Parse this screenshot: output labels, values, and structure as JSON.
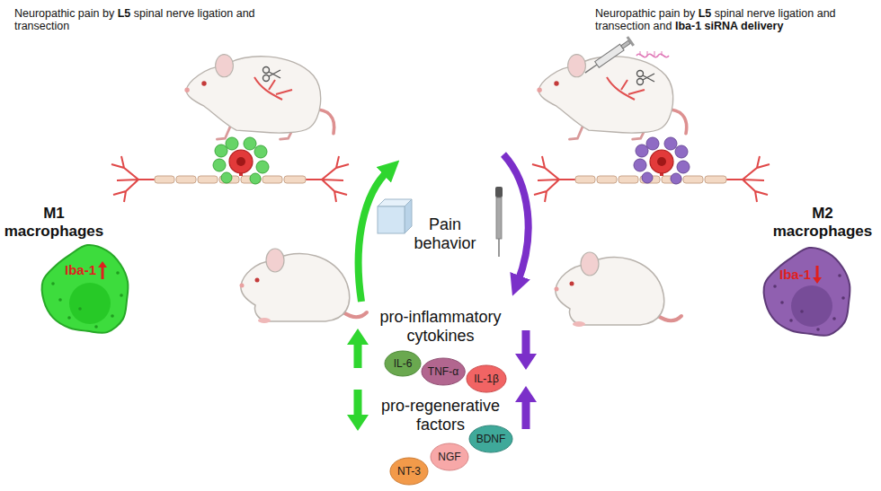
{
  "diagram": {
    "nodes": [
      {
        "text": [
          "M1 macrophages",
          "Iba-1"
        ]
      },
      {
        "text": [
          "M2 macrophages",
          "Iba-1"
        ]
      },
      {
        "text": [
          "IL-6"
        ]
      },
      {
        "text": [
          "TNF-α"
        ]
      },
      {
        "text": [
          "IL-1β"
        ]
      },
      {
        "text": [
          "BDNF"
        ]
      },
      {
        "text": [
          "NGF"
        ]
      },
      {
        "text": [
          "NT-3"
        ]
      }
    ],
    "labels": [
      "Neuropathic pain by L5 spinal nerve ligation and transection",
      "Neuropathic pain by L5 spinal nerve ligation and transection and Iba-1 siRNA delivery",
      "Pain behavior",
      "pro-inflammatory cytokines",
      "pro-regenerative factors"
    ]
  }
}
